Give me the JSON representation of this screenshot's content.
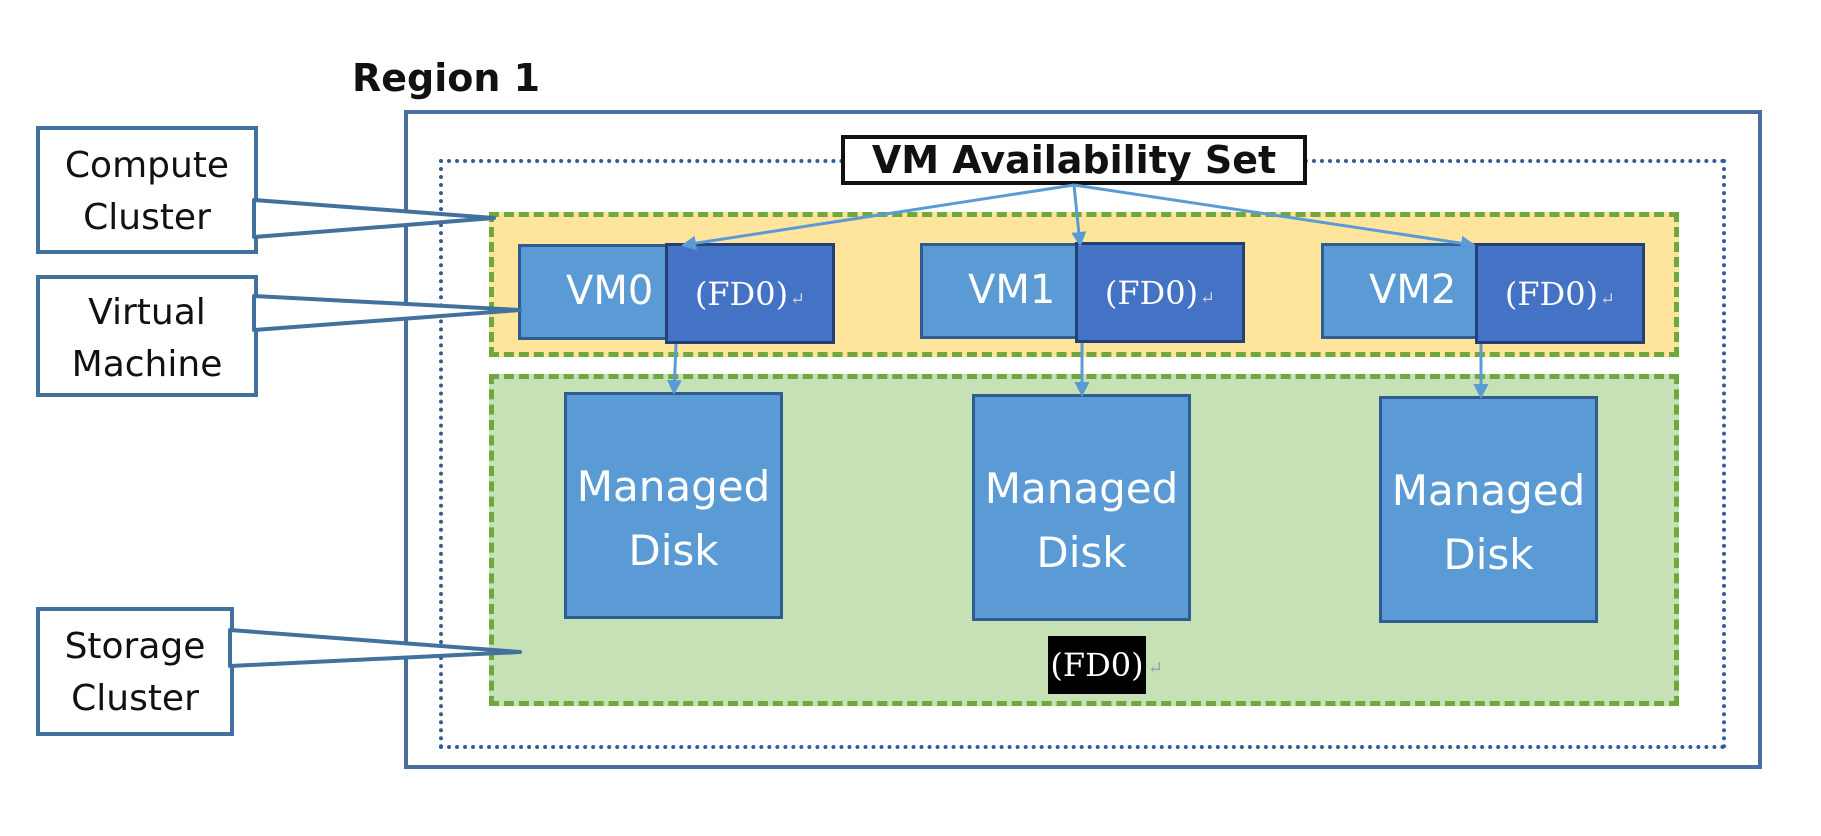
{
  "region": {
    "title": "Region 1"
  },
  "availability_set": {
    "label": "VM Availability Set"
  },
  "vms": [
    {
      "label": "VM0",
      "fault_domain": "(FD0)",
      "return_mark": "↵"
    },
    {
      "label": "VM1",
      "fault_domain": "(FD0)",
      "return_mark": "↵"
    },
    {
      "label": "VM2",
      "fault_domain": "(FD0)",
      "return_mark": "↵"
    }
  ],
  "disks": [
    {
      "line1": "Managed",
      "line2": "Disk"
    },
    {
      "line1": "Managed",
      "line2": "Disk"
    },
    {
      "line1": "Managed",
      "line2": "Disk"
    }
  ],
  "storage_fault_domain": {
    "label": "(FD0)",
    "return_mark": "↵"
  },
  "callouts": {
    "compute_cluster": {
      "line1": "Compute",
      "line2": "Cluster"
    },
    "virtual_machine": {
      "line1": "Virtual",
      "line2": "Machine"
    },
    "storage_cluster": {
      "line1": "Storage",
      "line2": "Cluster"
    }
  },
  "colors": {
    "region_border": "#4a6f9c",
    "availability_set_border": "#2f5f9a",
    "compute_cluster_fill": "#ffe49b",
    "storage_cluster_fill": "#c6e1b6",
    "cluster_border": "#6fa83c",
    "vm_fill": "#5b9bd5",
    "fault_domain_fill": "#4472c4",
    "disk_fill": "#5b9bd5",
    "arrow": "#5b9bd5",
    "callout_border": "#41719c"
  }
}
